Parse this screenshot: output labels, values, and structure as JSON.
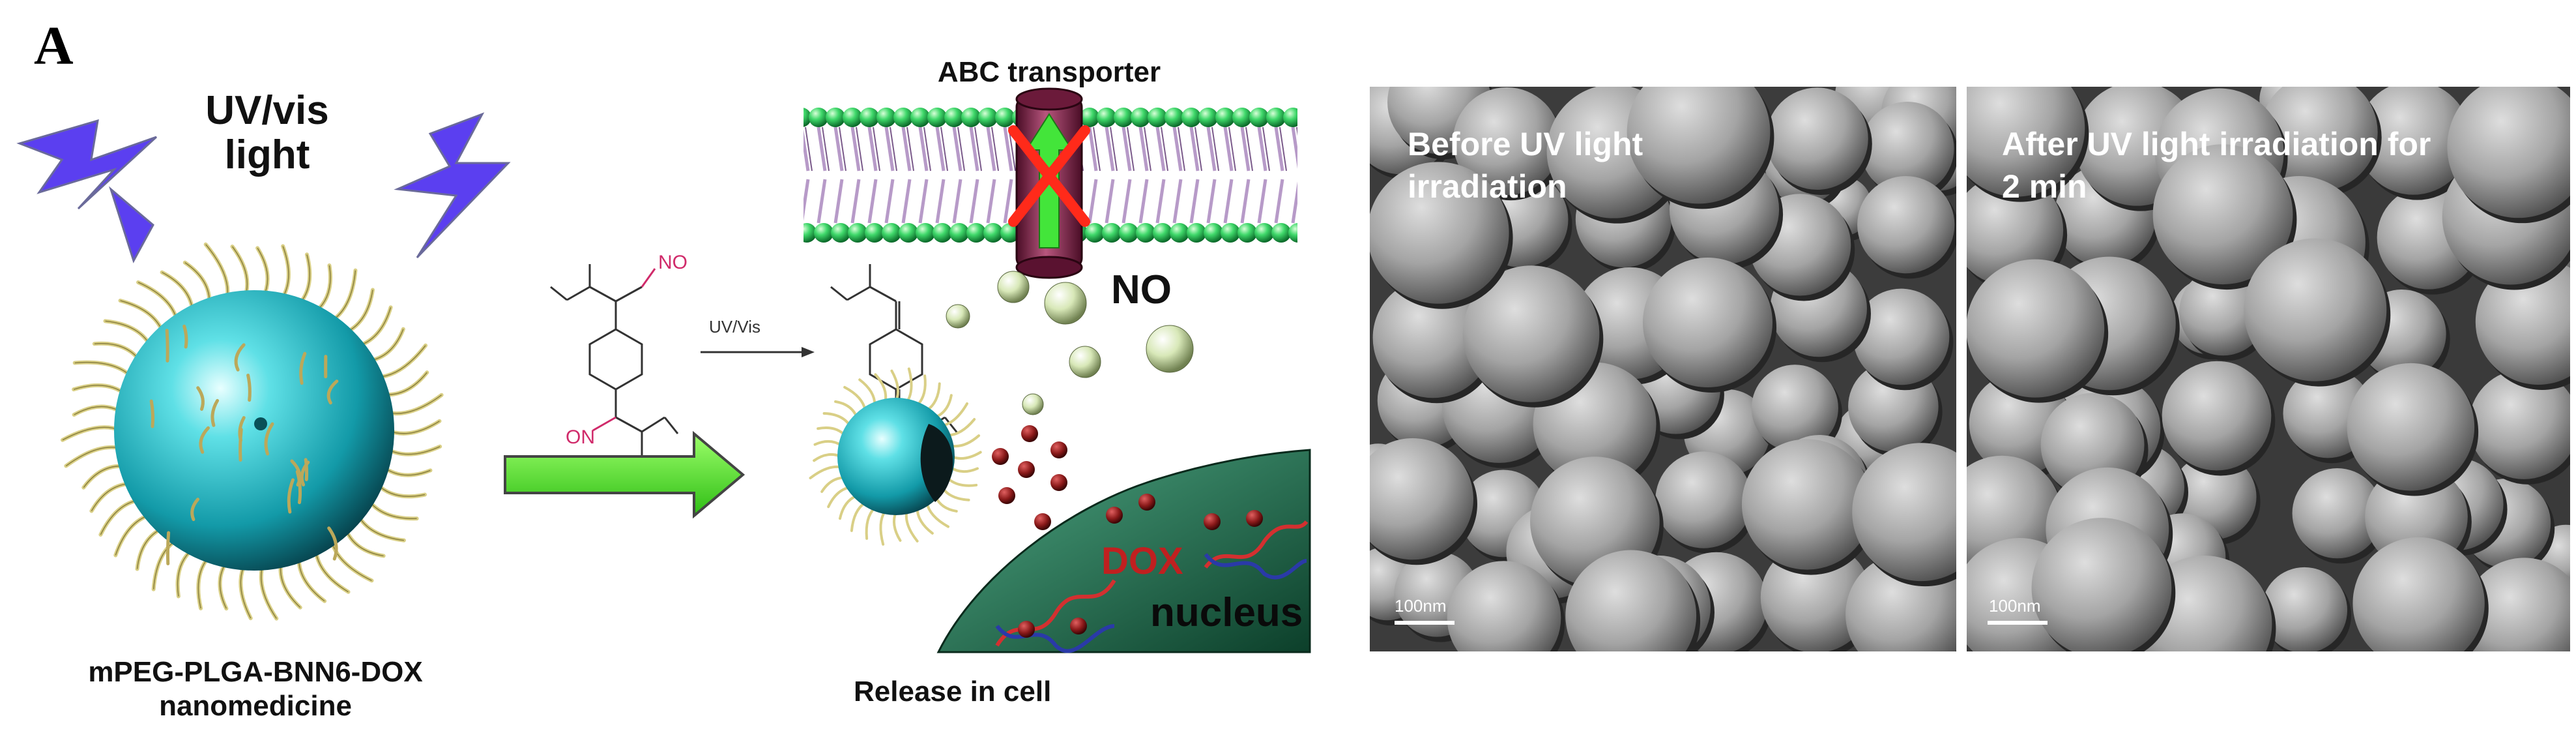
{
  "panel_label": "A",
  "left": {
    "light_label_line1": "UV/vis",
    "light_label_line2": "light",
    "nanomedicine_line1": "mPEG-PLGA-BNN6-DOX",
    "nanomedicine_line2": "nanomedicine",
    "reaction_label": "UV/Vis",
    "no_group_label_top": "NO",
    "no_group_label_bottom": "ON"
  },
  "middle": {
    "transporter_label": "ABC transporter",
    "no_label": "NO",
    "dox_label": "DOX",
    "nucleus_label": "nucleus",
    "release_label": "Release in cell"
  },
  "sem": {
    "before_line1": "Before UV light",
    "before_line2": "irradiation",
    "after_line1": "After UV light irradiation for",
    "after_line2": "2 min",
    "scale_before": "100nm",
    "scale_after": "100nm"
  },
  "colors": {
    "lightning": "#5b3ff0",
    "sphere": "#2fc7cf",
    "arrow": "#5cf02a",
    "lipid_head": "#3fd86a",
    "lipid_tail": "#b79ac8",
    "transporter": "#8a2c52",
    "cross": "#ff2a1a",
    "no_bubble": "#d8e8b8",
    "dox": "#8b1a1a",
    "nucleus": "#1f6b4c",
    "sem_bg": "#3c3c3c",
    "sem_particle": "#a8a8a8"
  }
}
